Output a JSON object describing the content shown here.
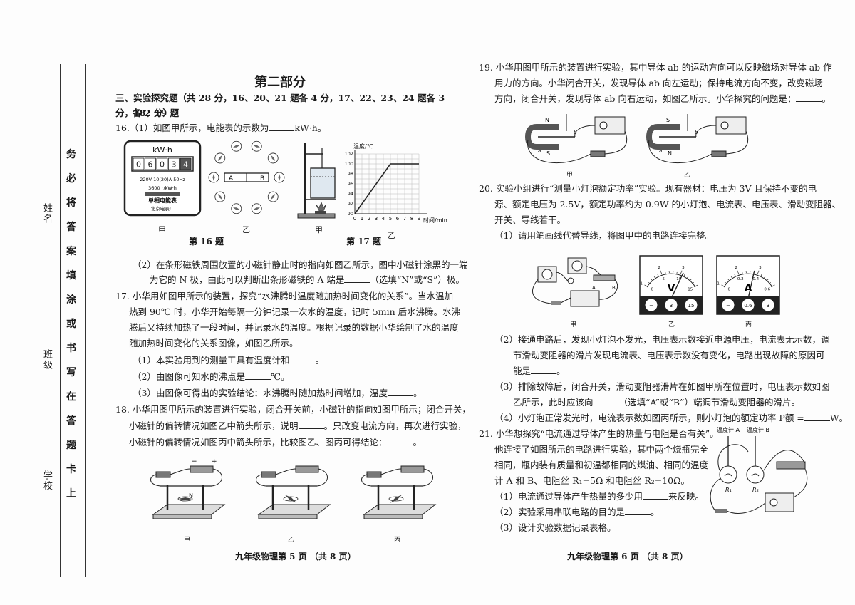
{
  "margin": {
    "name_label": "姓名",
    "class_label": "班级",
    "school_label": "学校",
    "notice_chars": [
      "务",
      "必",
      "将",
      "答",
      "案",
      "填",
      "涂",
      "或",
      "书",
      "写",
      "在",
      "答",
      "题",
      "卡",
      "上"
    ]
  },
  "left": {
    "part_title": "第二部分",
    "section_line1": "三、实验探究题（共 28 分，16、20、21 题各 4 分，17、22、23、24 题各 3 分，18、19 题",
    "section_line2": "各 2 分）",
    "q16_1": "16.（1）如图甲所示，电能表的示数为",
    "q16_1_unit": "kW·h。",
    "meter": {
      "unit": "kW·h",
      "digits": [
        "0",
        "6",
        "0",
        "3",
        "4"
      ],
      "specs": "220V   10(20)A   50Hz",
      "rate": "3600 r/kW·h",
      "name": "单相电能表",
      "maker": "北京电表厂"
    },
    "magnet_labels": [
      "A",
      "B"
    ],
    "fig_labels": {
      "jia1": "甲",
      "yi1": "乙",
      "jia2": "甲",
      "yi2": "乙"
    },
    "caption16": "第 16 题",
    "caption17": "第 17 题",
    "graph": {
      "ylabel": "温度/℃",
      "xlabel": "时间/min",
      "yticks": [
        "90",
        "92",
        "94",
        "96",
        "98",
        "100",
        "102"
      ],
      "xticks": [
        "0",
        "1",
        "2",
        "3",
        "4",
        "5",
        "6",
        "7",
        "8",
        "9"
      ]
    },
    "q16_2_line1": "（2）在条形磁铁周围放置的小磁针静止时的指向如图乙所示，图中小磁针涂黑的一端",
    "q16_2_line2a": "为它的 N 极，由此可以判断出条形磁铁的 A 端是",
    "q16_2_line2b": "（选填“N”或“S”）极。",
    "q17_lines": [
      "17.  小华用如图甲所示的装置，探究“水沸腾时温度随加热时间变化的关系”。当水温加",
      "热到 90℃ 时，小华开始每隔一分钟记录一次水的温度，记时 5min 后水沸腾。水沸",
      "腾后又持续加热了一段时间，并记录水的温度。根据记录的数据小华绘制了水的温度",
      "随加热时间变化的关系图像，如图乙所示。"
    ],
    "q17_1a": "（1）本实验用到的测量工具有温度计和",
    "q17_2a": "（2）由图像可知水的沸点是",
    "q17_2b": "℃。",
    "q17_3a": "（3）由图像可得出的实验结论：水沸腾时随加热时间增加，温度",
    "q18_lines": [
      "18. 小华用图甲所示的装置进行实验，闭合开关前，小磁针的指向如图甲所示；闭合开关，",
      "小磁针的偏转情况如图乙中箭头所示，说明",
      "小磁针的偏转情况如图丙中箭头所示，比较图乙、图丙可得结论："
    ],
    "q18_mid": "。只改变电流方向，再次进行实验，",
    "fig18_labels": [
      "甲",
      "乙",
      "丙"
    ],
    "fig18_n": "N",
    "fig18_signs": [
      "−",
      "+"
    ],
    "footer": "九年级物理第 5 页 （共 8 页）"
  },
  "right": {
    "q19_lines": [
      "19.  小华用图甲所示的装置进行实验，其中导体 ab 的运动方向可以反映磁场对导体 ab 作",
      "用力的方向。小华闭合开关，发现导体 ab 向左运动；保持电流方向不变，改变磁场",
      "方向，闭合开关，发现导体 ab 向右运动，如图乙所示。小华探究的问题是："
    ],
    "fig19_labels": [
      "甲",
      "乙"
    ],
    "fig19_poles": {
      "jia": [
        "N",
        "S"
      ],
      "yi": [
        "S",
        "N"
      ]
    },
    "fig19_ab": [
      "a",
      "b"
    ],
    "q20_lines": [
      "20.  实验小组进行“测量小灯泡额定功率”实验。现有器材：电压为 3V 且保持不变的电",
      "源、额定电压为 2.5V，额定功率约为 0.9W 的小灯泡、电流表、电压表、滑动变阻器、",
      "开关、导线若干。"
    ],
    "q20_1": "（1）请用笔画线代替导线，将图甲中的电路连接完整。",
    "fig20_labels": [
      "甲",
      "乙",
      "丙"
    ],
    "fig20_ab": [
      "A",
      "B"
    ],
    "voltmeter": {
      "letter": "V",
      "terminals": [
        "−",
        "3",
        "15"
      ],
      "scale": [
        "0",
        "1",
        "5",
        "2",
        "10",
        "3",
        "15"
      ]
    },
    "ammeter": {
      "letter": "A",
      "terminals": [
        "−",
        "0.6",
        "3"
      ],
      "scale": [
        "0",
        "1",
        "0.2",
        "2",
        "0.4",
        "3",
        "0.6"
      ]
    },
    "q20_2_lines": [
      "（2）接通电路后，发现小灯泡不发光，电压表示数接近电源电压，电流表无示数，调",
      "节滑动变阻器的滑片发现电流表、电压表示数没有变化，电路出现故障的原因可",
      "能是"
    ],
    "q20_3a": "（3）排除故障后，闭合开关，滑动变阻器滑片在如图甲所在位置时，电压表示数如图",
    "q20_3b": "乙所示，此时应该向",
    "q20_3c": "（选填“A”或“B”）端调节滑动变阻器的滑片。",
    "q20_4a": "（4）小灯泡正常发光时，电流表示数如图丙所示，则小灯泡的额定功率 P额 =",
    "q20_4b": "W。",
    "q21_lines": [
      "21. 小华想探究“电流通过导体产生的热量与电阻是否有关”。",
      "他连接了如图所示的电路进行实验，其中两个烧瓶完全",
      "相同，瓶内装有质量和初温都相同的煤油、相同的温度",
      "计 A 和 B、电阻丝 R₁=5Ω 和电阻丝 R₂=10Ω。"
    ],
    "q21_1a": "（1）电流通过导体产生热量的多少用",
    "q21_1b": "来反映。",
    "q21_2a": "（2）实验采用串联电路的目的是",
    "q21_3": "（3）设计实验数据记录表格。",
    "fig21": {
      "therm_a": "温度计 A",
      "therm_b": "温度计 B",
      "r1": "R₁",
      "r2": "R₂"
    },
    "footer": "九年级物理第 6 页 （共 8 页）"
  }
}
